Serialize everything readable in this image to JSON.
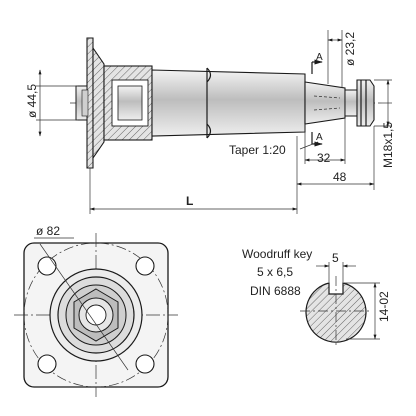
{
  "dimensions": {
    "bore_diameter": "ø 23,2",
    "flange_diameter": "ø 44,5",
    "thread": "M18x1,5",
    "taper": "Taper 1:20",
    "taper_length": "32",
    "stub_length": "48",
    "overall_length": "L",
    "flange_circle": "ø 82",
    "section_mark": "A"
  },
  "key": {
    "title": "Woodruff key",
    "width": "5",
    "size": "5 x 6,5",
    "standard": "DIN 6888",
    "depth": "14-02"
  },
  "colors": {
    "line": "#1a1a1a",
    "hatch_fill": "#cfcfcf",
    "shaft_fill": "#d8d8d8"
  }
}
